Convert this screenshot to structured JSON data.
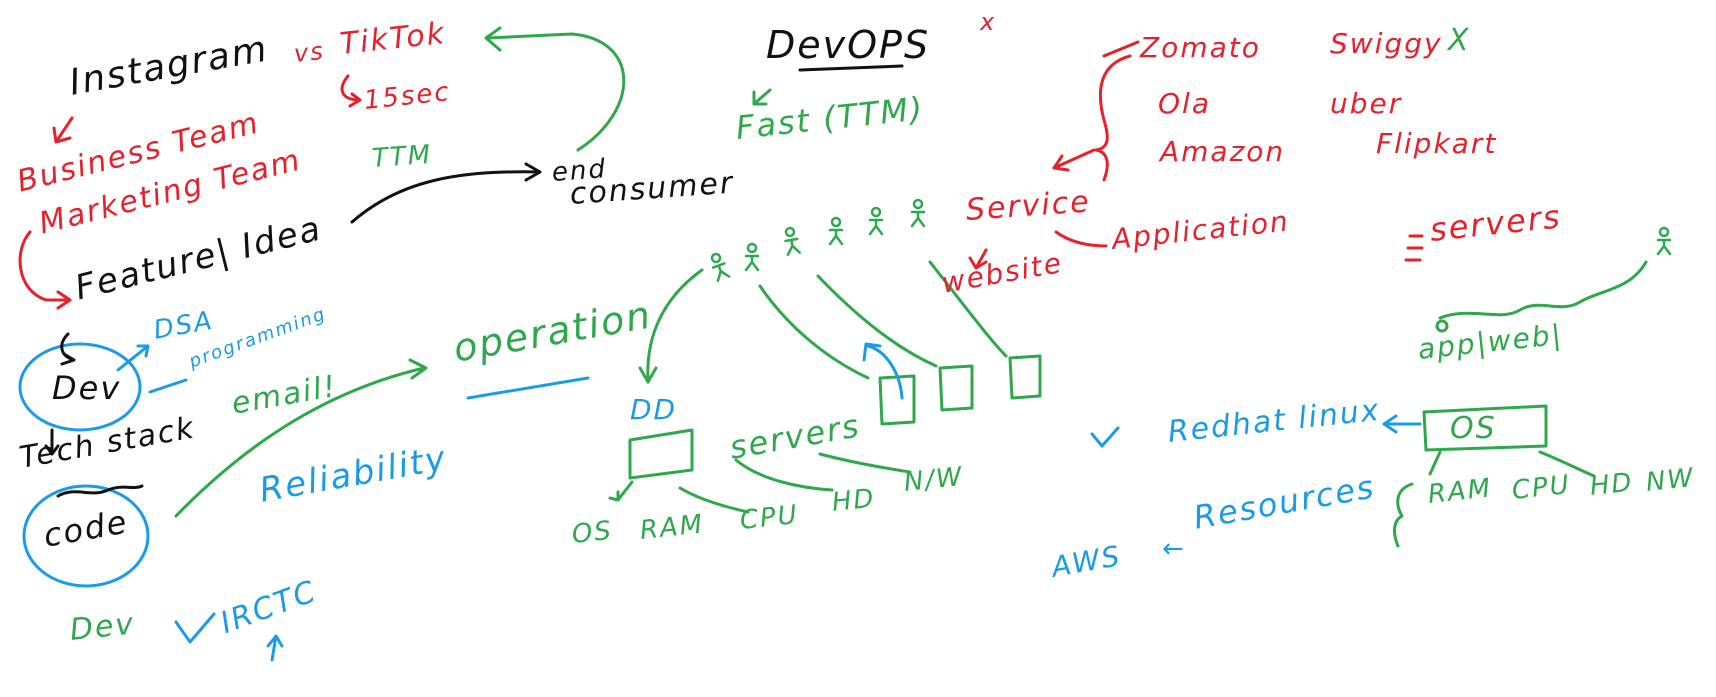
{
  "colors": {
    "black": "#111111",
    "red": "#e8202a",
    "green": "#2ea84a",
    "blue": "#1a9be8"
  },
  "left": {
    "instagram": "Instagram",
    "vs": "vs",
    "tiktok": "TikTok",
    "fifteen_sec": "15sec",
    "business_team": "Business Team",
    "marketing_team": "Marketing Team",
    "feature_idea": "Feature| Idea",
    "ttm": "TTM",
    "end": "end",
    "consumer": "consumer",
    "dsa": "DSA",
    "programming": "programming",
    "dev": "Dev",
    "tech_stack": "Tech stack",
    "code": "code",
    "email": "email!",
    "reliability": "Reliability",
    "dev_bottom": "Dev",
    "irctc": "IRCTC"
  },
  "center": {
    "devops": "DevOPS",
    "fast_ttm": "Fast (TTM)",
    "operation": "operation",
    "dd": "DD",
    "servers": "servers",
    "os": "OS",
    "ram": "RAM",
    "cpu": "CPU",
    "hd": "HD",
    "nw": "N/W",
    "x_mark": "x"
  },
  "right": {
    "zomato": "Zomato",
    "swiggy": "Swiggy",
    "x_mark": "X",
    "ola": "Ola",
    "uber": "uber",
    "amazon": "Amazon",
    "flipkart": "Flipkart",
    "service": "Service",
    "website": "website",
    "application": "Application",
    "servers": "servers",
    "app_web": "app|web|",
    "redhat_linux": "Redhat linux",
    "os": "OS",
    "ram": "RAM",
    "cpu": "CPU",
    "hd": "HD",
    "nw": "NW",
    "resources": "Resources",
    "aws": "AWS"
  }
}
